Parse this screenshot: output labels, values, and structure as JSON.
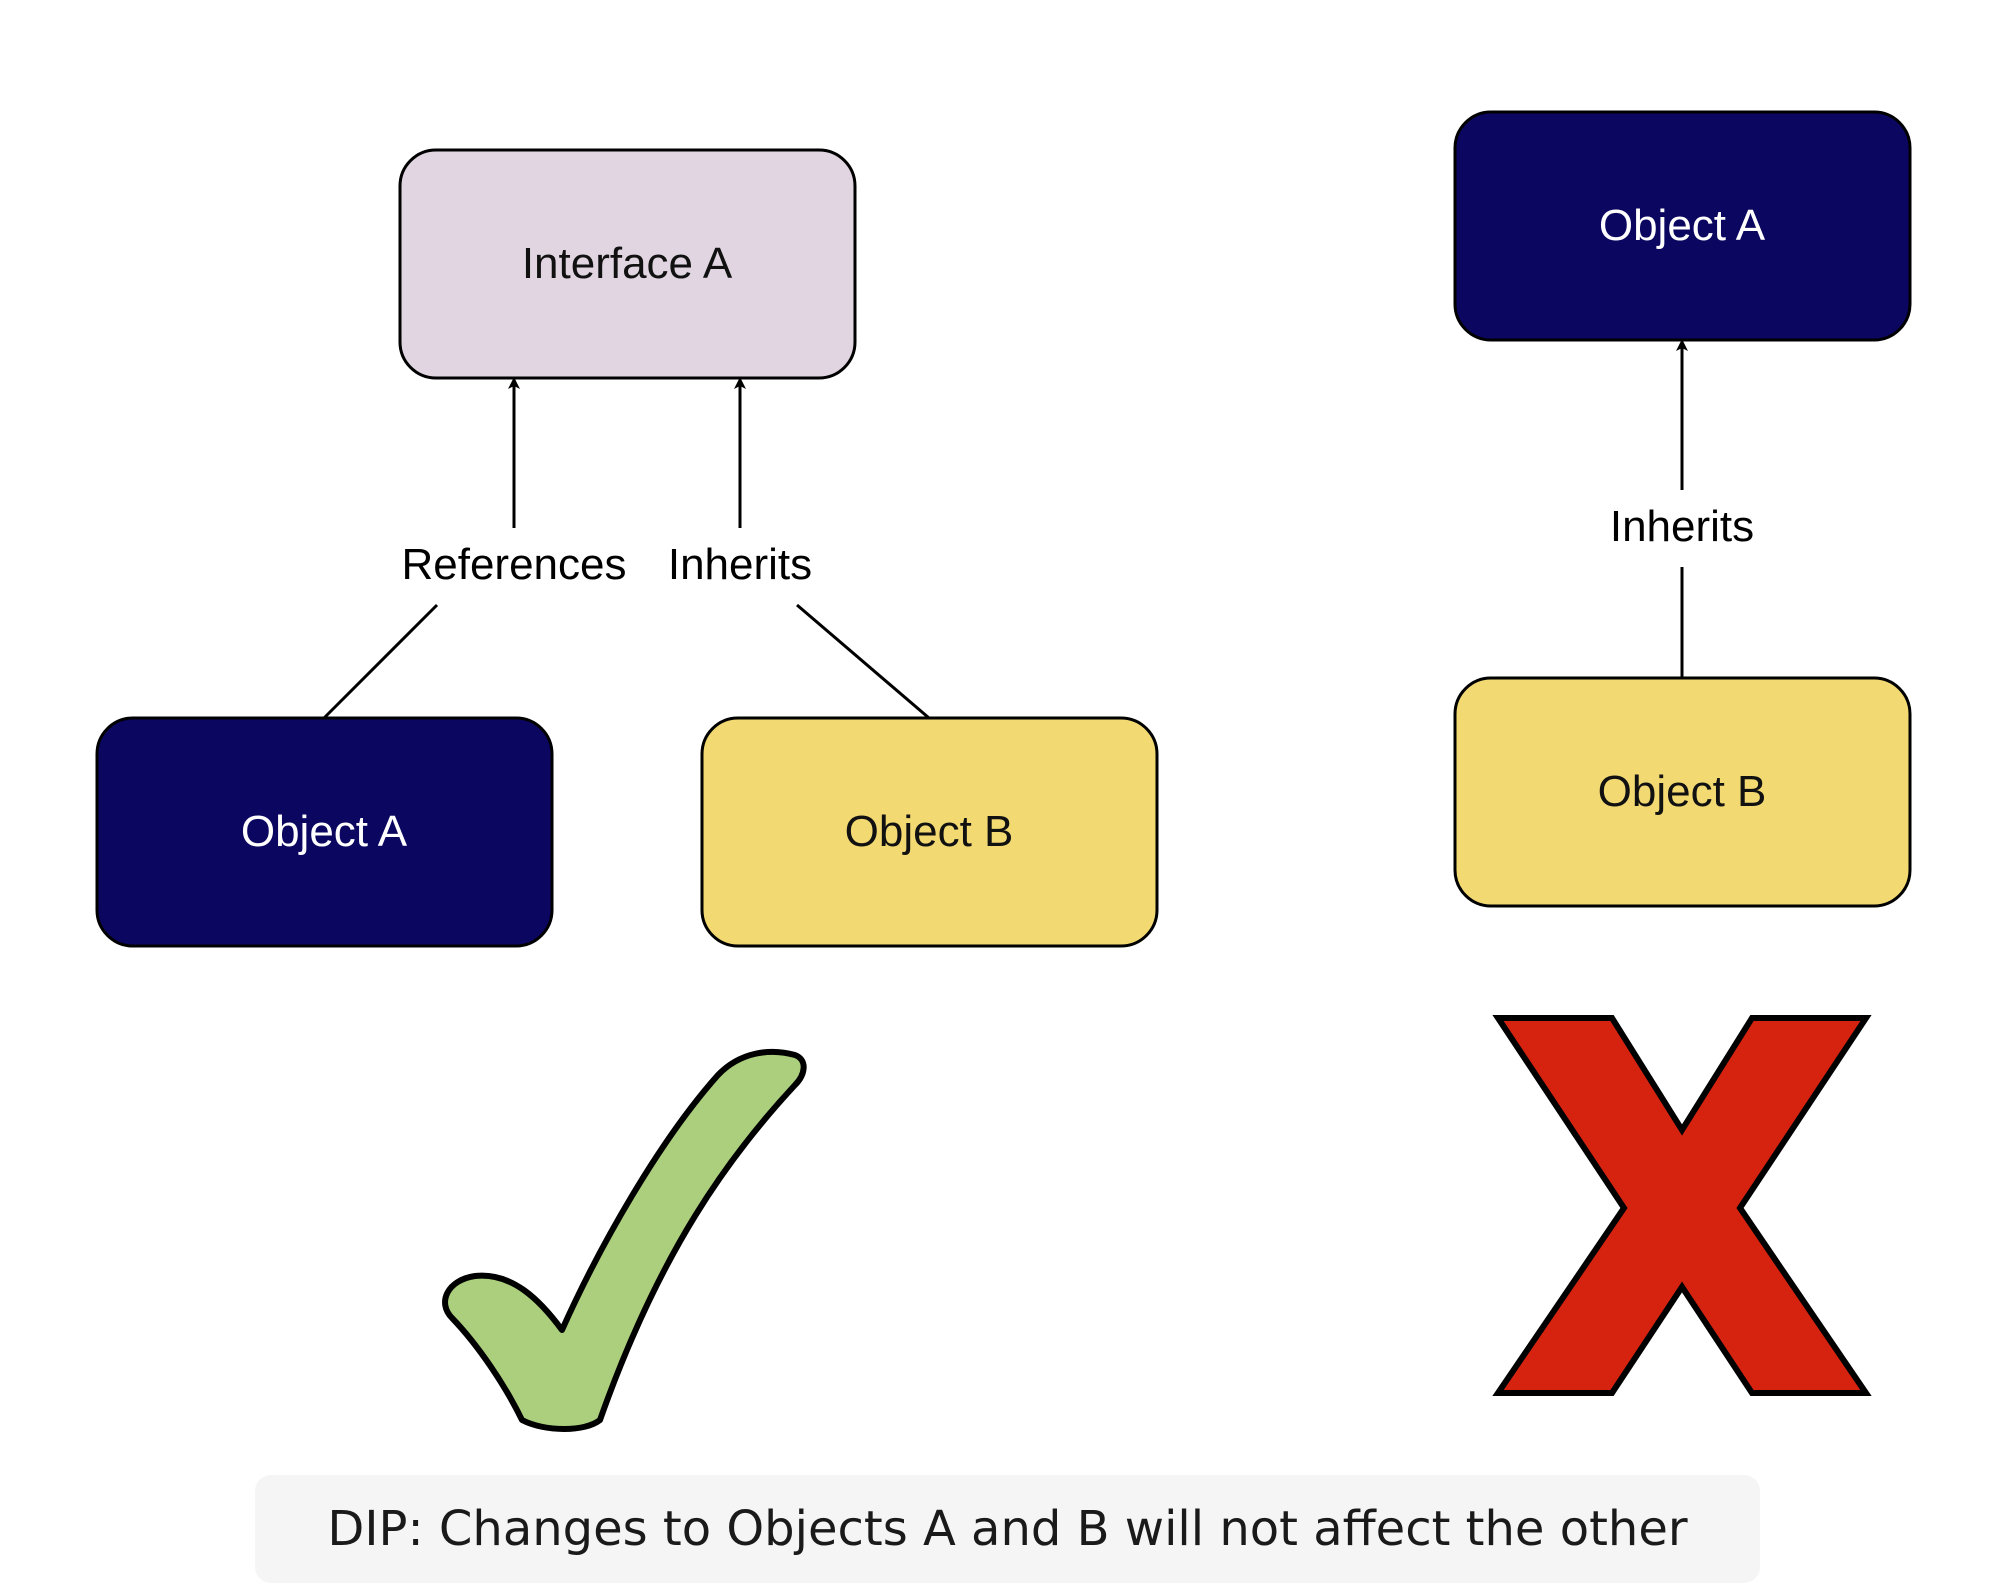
{
  "left_diagram": {
    "interface": {
      "label": "Interface A",
      "fill": "#e1d5e2"
    },
    "object_a": {
      "label": "Object A",
      "fill": "#0b0660"
    },
    "object_b": {
      "label": "Object B",
      "fill": "#f2d972"
    },
    "references_label": "References",
    "inherits_label": "Inherits",
    "verdict_icon": "check-mark-icon",
    "verdict_color": "#abcf7c"
  },
  "right_diagram": {
    "object_a": {
      "label": "Object A",
      "fill": "#0b0660"
    },
    "object_b": {
      "label": "Object B",
      "fill": "#f2d972"
    },
    "inherits_label": "Inherits",
    "verdict_icon": "x-mark-icon",
    "verdict_color": "#d6230f"
  },
  "caption": "DIP: Changes to Objects A and B will not affect the other"
}
